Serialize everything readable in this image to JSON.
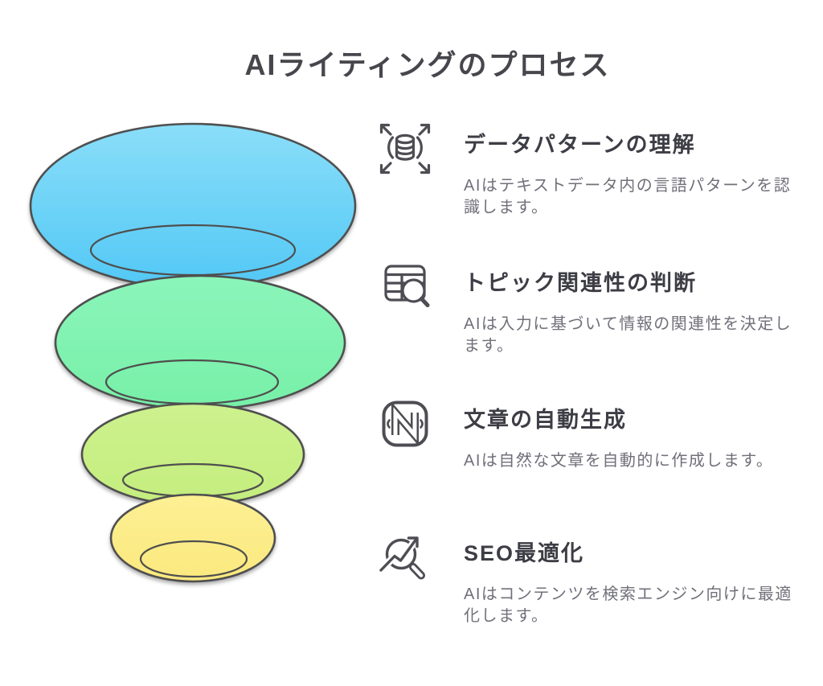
{
  "page": {
    "title": "AIライティングのプロセス"
  },
  "colors": {
    "background": "#ffffff",
    "title": "#46464c",
    "heading": "#3d3d45",
    "body": "#70707a",
    "icon": "#4d4d53",
    "outline": "#4f4f4f"
  },
  "funnel": {
    "levels": [
      {
        "label": "level-1-data-patterns",
        "top": "#8adef9",
        "bottom": "#52c8f5"
      },
      {
        "label": "level-2-topic-relevance",
        "top": "#8bf5ba",
        "bottom": "#77f0a8"
      },
      {
        "label": "level-3-text-generation",
        "top": "#cdf18e",
        "bottom": "#c4ee7e"
      },
      {
        "label": "level-4-seo",
        "top": "#fdf094",
        "bottom": "#fbe97e"
      }
    ]
  },
  "steps": [
    {
      "icon": "expand-database-icon",
      "title": "データパターンの理解",
      "description": "AIはテキストデータ内の言語パターンを認識します。"
    },
    {
      "icon": "table-search-icon",
      "title": "トピック関連性の判断",
      "description": "AIは入力に基づいて情報の関連性を決定します。"
    },
    {
      "icon": "auto-text-icon",
      "title": "文章の自動生成",
      "description": "AIは自然な文章を自動的に作成します。"
    },
    {
      "icon": "seo-analytics-icon",
      "title": "SEO最適化",
      "description": "AIはコンテンツを検索エンジン向けに最適化します。"
    }
  ]
}
